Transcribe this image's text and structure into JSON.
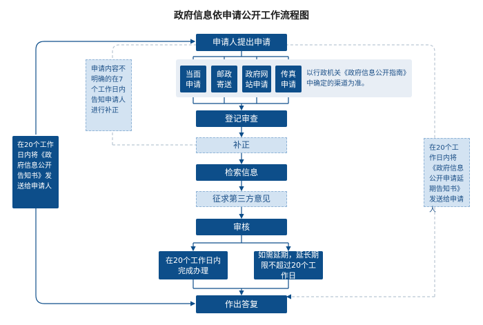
{
  "title": "政府信息依申请公开工作流程图",
  "steps": {
    "apply": "申请人提出申请",
    "channels": [
      "当面申请",
      "邮政寄送",
      "政府网站申请",
      "传真申请"
    ],
    "channel_note": "以行政机关《政府信息公开指南》中确定的渠道为准。",
    "register": "登记审查",
    "supplement": "补正",
    "search": "检索信息",
    "third_party": "征求第三方意见",
    "review": "审核",
    "within20": "在20个工作日内完成办理",
    "extend": "如需延期，延长期限不超过20个工作日",
    "reply": "作出答复"
  },
  "side": {
    "left_note": "申请内容不明确的在7个工作日内告知申请人进行补正",
    "left_box": "在20个工作日内将《政府信息公开告知书》发送给申请人",
    "right_box": "在20个工作日内将《政府信息公开申请延期告知书》 发送给申请人"
  },
  "colors": {
    "primary": "#0d4e8a",
    "light": "#d3e3f2",
    "panel": "#e8eef5",
    "dashed": "#b9c6d3"
  }
}
